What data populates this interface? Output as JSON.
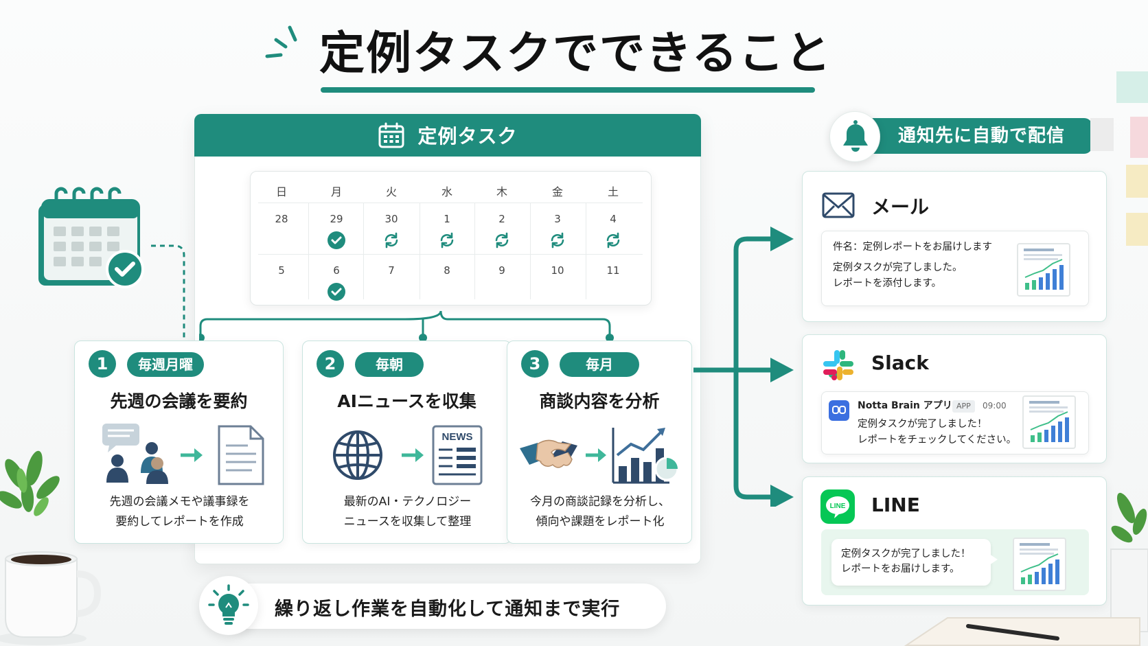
{
  "title": "定例タスクでできること",
  "task_panel": {
    "header": "定例タスク",
    "calendar": {
      "weekdays": [
        "日",
        "月",
        "火",
        "水",
        "木",
        "金",
        "土"
      ],
      "week1": [
        {
          "day": "28",
          "mark": ""
        },
        {
          "day": "29",
          "mark": "check"
        },
        {
          "day": "30",
          "mark": "repeat"
        },
        {
          "day": "1",
          "mark": "repeat"
        },
        {
          "day": "2",
          "mark": "repeat"
        },
        {
          "day": "3",
          "mark": "repeat"
        },
        {
          "day": "4",
          "mark": "repeat"
        }
      ],
      "week2": [
        {
          "day": "5",
          "mark": ""
        },
        {
          "day": "6",
          "mark": "check"
        },
        {
          "day": "7",
          "mark": ""
        },
        {
          "day": "8",
          "mark": ""
        },
        {
          "day": "9",
          "mark": ""
        },
        {
          "day": "10",
          "mark": ""
        },
        {
          "day": "11",
          "mark": ""
        }
      ]
    },
    "tasks": [
      {
        "number": "1",
        "frequency": "毎週月曜",
        "title": "先週の会議を要約",
        "desc1": "先週の会議メモや議事録を",
        "desc2": "要約してレポートを作成"
      },
      {
        "number": "2",
        "frequency": "毎朝",
        "title": "AIニュースを収集",
        "desc1": "最新のAI・テクノロジー",
        "desc2": "ニュースを収集して整理",
        "news_label": "NEWS"
      },
      {
        "number": "3",
        "frequency": "毎月",
        "title": "商談内容を分析",
        "desc1": "今月の商談記録を分析し、",
        "desc2": "傾向や課題をレポート化"
      }
    ]
  },
  "banner": "繰り返し作業を自動化して通知まで実行",
  "notifications": {
    "header": "通知先に自動で配信",
    "mail": {
      "name": "メール",
      "subject": "件名：定例レポートをお届けします",
      "line1": "定例タスクが完了しました。",
      "line2": "レポートを添付します。"
    },
    "slack": {
      "name": "Slack",
      "app": "Notta Brain アプリ",
      "badge": "APP",
      "time": "09:00",
      "line1": "定例タスクが完了しました！",
      "line2": "レポートをチェックしてください。"
    },
    "line": {
      "name": "LINE",
      "logo_text": "LINE",
      "line1": "定例タスクが完了しました！",
      "line2": "レポートをお届けします。"
    }
  },
  "colors": {
    "primary": "#1f8c7d",
    "bar_blue": "#3f7fd6",
    "bar_green": "#3fbf8a"
  }
}
